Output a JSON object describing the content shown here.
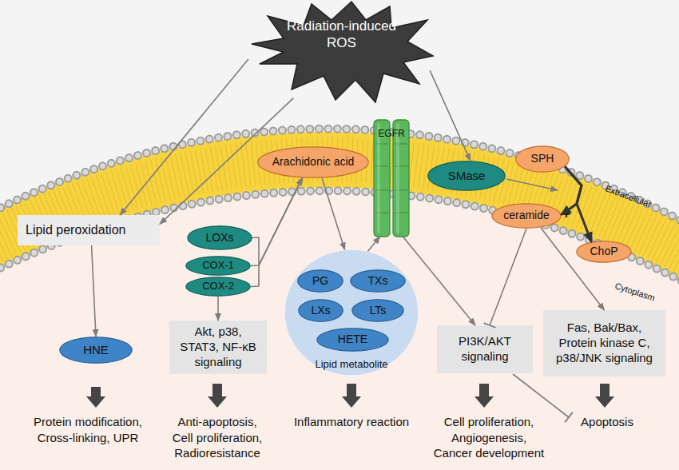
{
  "diagram": {
    "nodes": [
      {
        "text": [
          "Radiation-induced ROS"
        ]
      },
      {
        "text": [
          "Lipid peroxidation"
        ]
      },
      {
        "text": [
          "Arachidonic acid"
        ]
      },
      {
        "text": [
          "EGFR"
        ]
      },
      {
        "text": [
          "SMase"
        ]
      },
      {
        "text": [
          "SPH"
        ]
      },
      {
        "text": [
          "ceramide"
        ]
      },
      {
        "text": [
          "ChoP"
        ]
      },
      {
        "text": [
          "LOXs"
        ]
      },
      {
        "text": [
          "COX-1"
        ]
      },
      {
        "text": [
          "COX-2"
        ]
      },
      {
        "text": [
          "Akt, p38, STAT3, NF-κB signaling"
        ]
      },
      {
        "text": [
          "Lipid metabolite"
        ]
      },
      {
        "text": [
          "PG"
        ],
        "in": 12
      },
      {
        "text": [
          "TXs"
        ],
        "in": 12
      },
      {
        "text": [
          "LXs"
        ],
        "in": 12
      },
      {
        "text": [
          "LTs"
        ],
        "in": 12
      },
      {
        "text": [
          "HETE"
        ],
        "in": 12
      },
      {
        "text": [
          "HNE"
        ]
      },
      {
        "text": [
          "PI3K/AKT signaling"
        ]
      },
      {
        "text": [
          "Fas, Bak/Bax, Protein kinase C, p38/JNK signaling"
        ]
      }
    ],
    "edges": [
      {
        "from": 0,
        "to": 1,
        "arrow": "to"
      },
      {
        "from": 0,
        "to": 1,
        "arrow": "to"
      },
      {
        "from": 0,
        "to": 4,
        "arrow": "to"
      },
      {
        "from": 1,
        "to": 18,
        "arrow": "to"
      },
      {
        "from": 8,
        "to": 2,
        "arrow": "to"
      },
      {
        "from": 9,
        "to": 2,
        "arrow": "to"
      },
      {
        "from": 10,
        "to": 2,
        "arrow": "to"
      },
      {
        "from": 10,
        "to": 11,
        "arrow": "to"
      },
      {
        "from": 2,
        "to": 12,
        "arrow": "to"
      },
      {
        "from": 12,
        "to": 3,
        "arrow": "to"
      },
      {
        "from": 3,
        "to": 19,
        "arrow": "to"
      },
      {
        "from": 6,
        "to": 19,
        "arrow": "to"
      },
      {
        "from": 6,
        "to": 20,
        "arrow": "to"
      },
      {
        "from": 5,
        "to": 6,
        "arrow": "to"
      },
      {
        "from": 5,
        "to": 7,
        "arrow": "to"
      }
    ],
    "labels": [
      "Extracellular",
      "Cytoplasm",
      "+",
      "Protein modification, Cross-linking, UPR",
      "Anti-apoptosis, Cell proliferation, Radioresistance",
      "Inflammatory reaction",
      "Cell proliferation, Angiogenesis, Cancer development",
      "Apoptosis"
    ]
  }
}
